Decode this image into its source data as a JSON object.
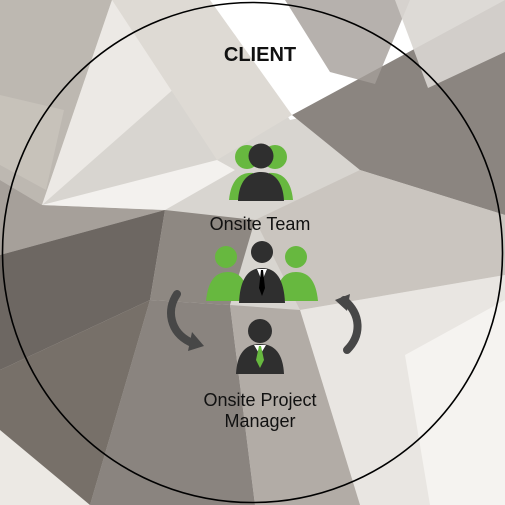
{
  "diagram": {
    "client_label": "CLIENT",
    "team_label": "Onsite Team",
    "pm_label_line1": "Onsite Project",
    "pm_label_line2": "Manager"
  },
  "colors": {
    "accent_green": "#67b83f",
    "icon_dark": "#2f2f2f",
    "background": "#d7d4cf"
  },
  "icons": {
    "client": "client-group-icon",
    "team": "onsite-team-icon",
    "manager": "project-manager-icon",
    "left_arrow": "curved-arrow-left-icon",
    "right_arrow": "curved-arrow-right-icon"
  }
}
